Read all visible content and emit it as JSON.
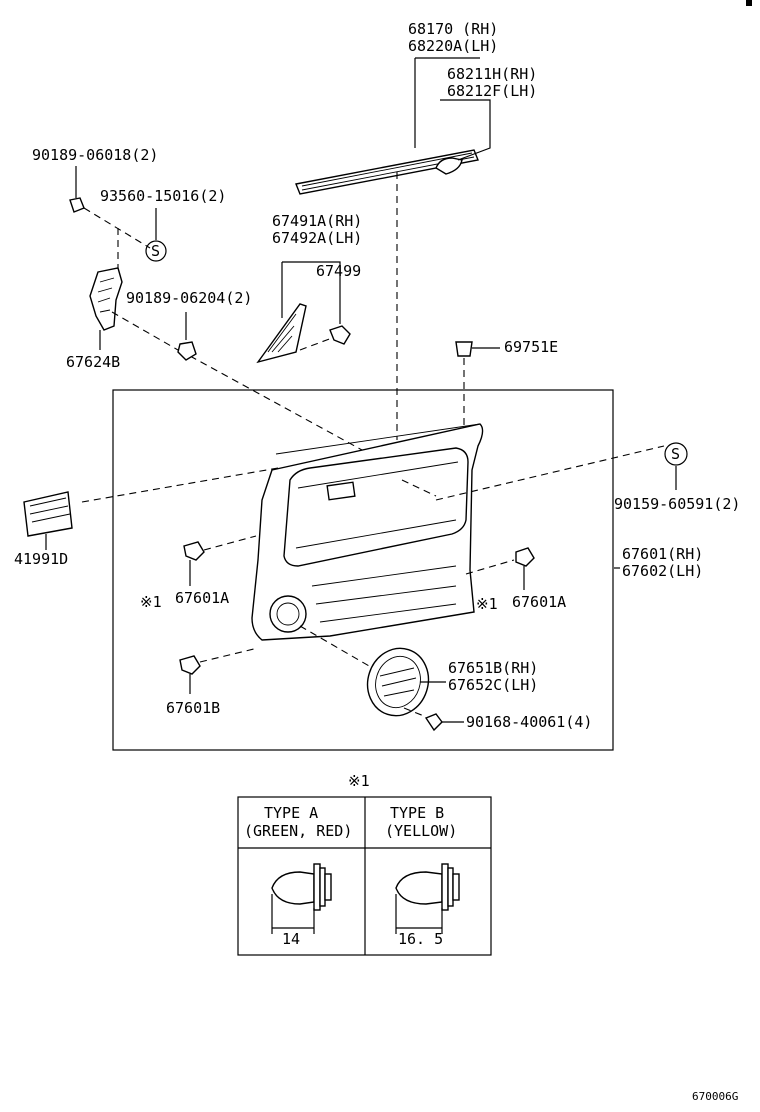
{
  "labels": {
    "moulding_rh": "68170 (RH)",
    "moulding_lh": "68220A(LH)",
    "weatherstrip_rh": "68211H(RH)",
    "weatherstrip_lh": "68212F(LH)",
    "screw_90189_06018": "90189-06018(2)",
    "clip_93560": "93560-15016(2)",
    "cover_rh": "67491A(RH)",
    "cover_lh": "67492A(LH)",
    "clip_67499": "67499",
    "screw_90189_06204": "90189-06204(2)",
    "bracket_67624B": "67624B",
    "grommet_69751E": "69751E",
    "screw_90159": "90159-60591(2)",
    "plate_41991D": "41991D",
    "clip_left_67601A": "67601A",
    "clip_right_67601A": "67601A",
    "board_rh": "67601(RH)",
    "board_lh": "67602(LH)",
    "grille_rh": "67651B(RH)",
    "grille_lh": "67652C(LH)",
    "screw_90168": "90168-40061(4)",
    "clip_67601B": "67601B",
    "note_mark_left": "※1",
    "note_mark_right": "※1",
    "s_symbol_1": "S",
    "s_symbol_2": "S"
  },
  "note_table": {
    "title": "※1",
    "columns": [
      {
        "type": "TYPE  A",
        "color": "(GREEN, RED)",
        "dimension": "14"
      },
      {
        "type": "TYPE  B",
        "color": "(YELLOW)",
        "dimension": "16. 5"
      }
    ]
  },
  "diagram_id": "670006G"
}
